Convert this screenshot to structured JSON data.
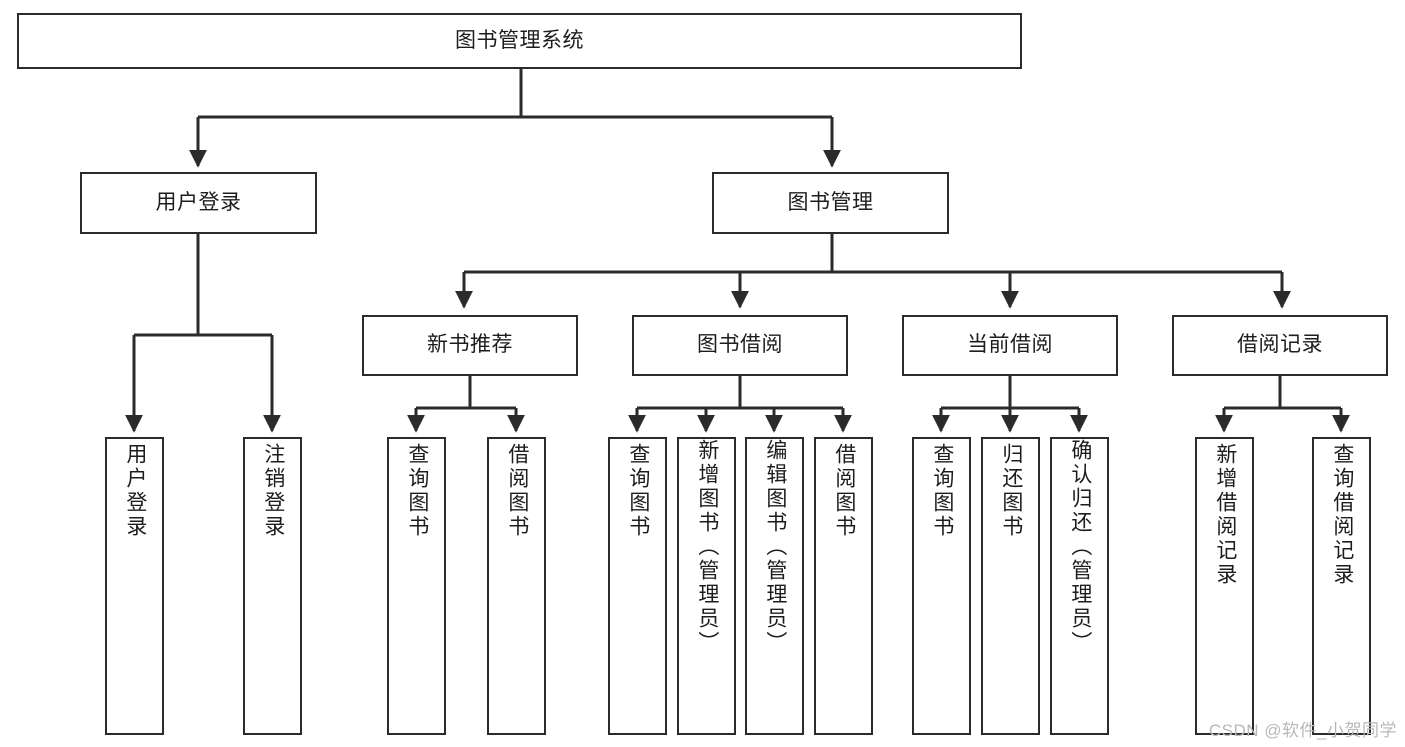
{
  "diagram": {
    "title": "图书管理系统",
    "type": "hierarchy-tree",
    "watermark": "CSDN @软件_小贺同学",
    "colors": {
      "line": "#2b2b2b",
      "box_fill": "#ffffff",
      "text": "#1d1d1d",
      "watermark": "#b8b8b8"
    },
    "root": {
      "label": "图书管理系统"
    },
    "level2": [
      {
        "label": "用户登录"
      },
      {
        "label": "图书管理"
      }
    ],
    "level3": [
      {
        "label": "新书推荐"
      },
      {
        "label": "图书借阅"
      },
      {
        "label": "当前借阅"
      },
      {
        "label": "借阅记录"
      }
    ],
    "leaves": {
      "user_login": [
        {
          "label": "用户登录"
        },
        {
          "label": "注销登录"
        }
      ],
      "new_book": [
        {
          "label": "查询图书"
        },
        {
          "label": "借阅图书"
        }
      ],
      "book_borrow": [
        {
          "label": "查询图书"
        },
        {
          "label": "新增图书（管理员）"
        },
        {
          "label": "编辑图书（管理员）"
        },
        {
          "label": "借阅图书"
        }
      ],
      "current_borrow": [
        {
          "label": "查询图书"
        },
        {
          "label": "归还图书"
        },
        {
          "label": "确认归还（管理员）"
        }
      ],
      "borrow_record": [
        {
          "label": "新增借阅记录"
        },
        {
          "label": "查询借阅记录"
        }
      ]
    }
  }
}
